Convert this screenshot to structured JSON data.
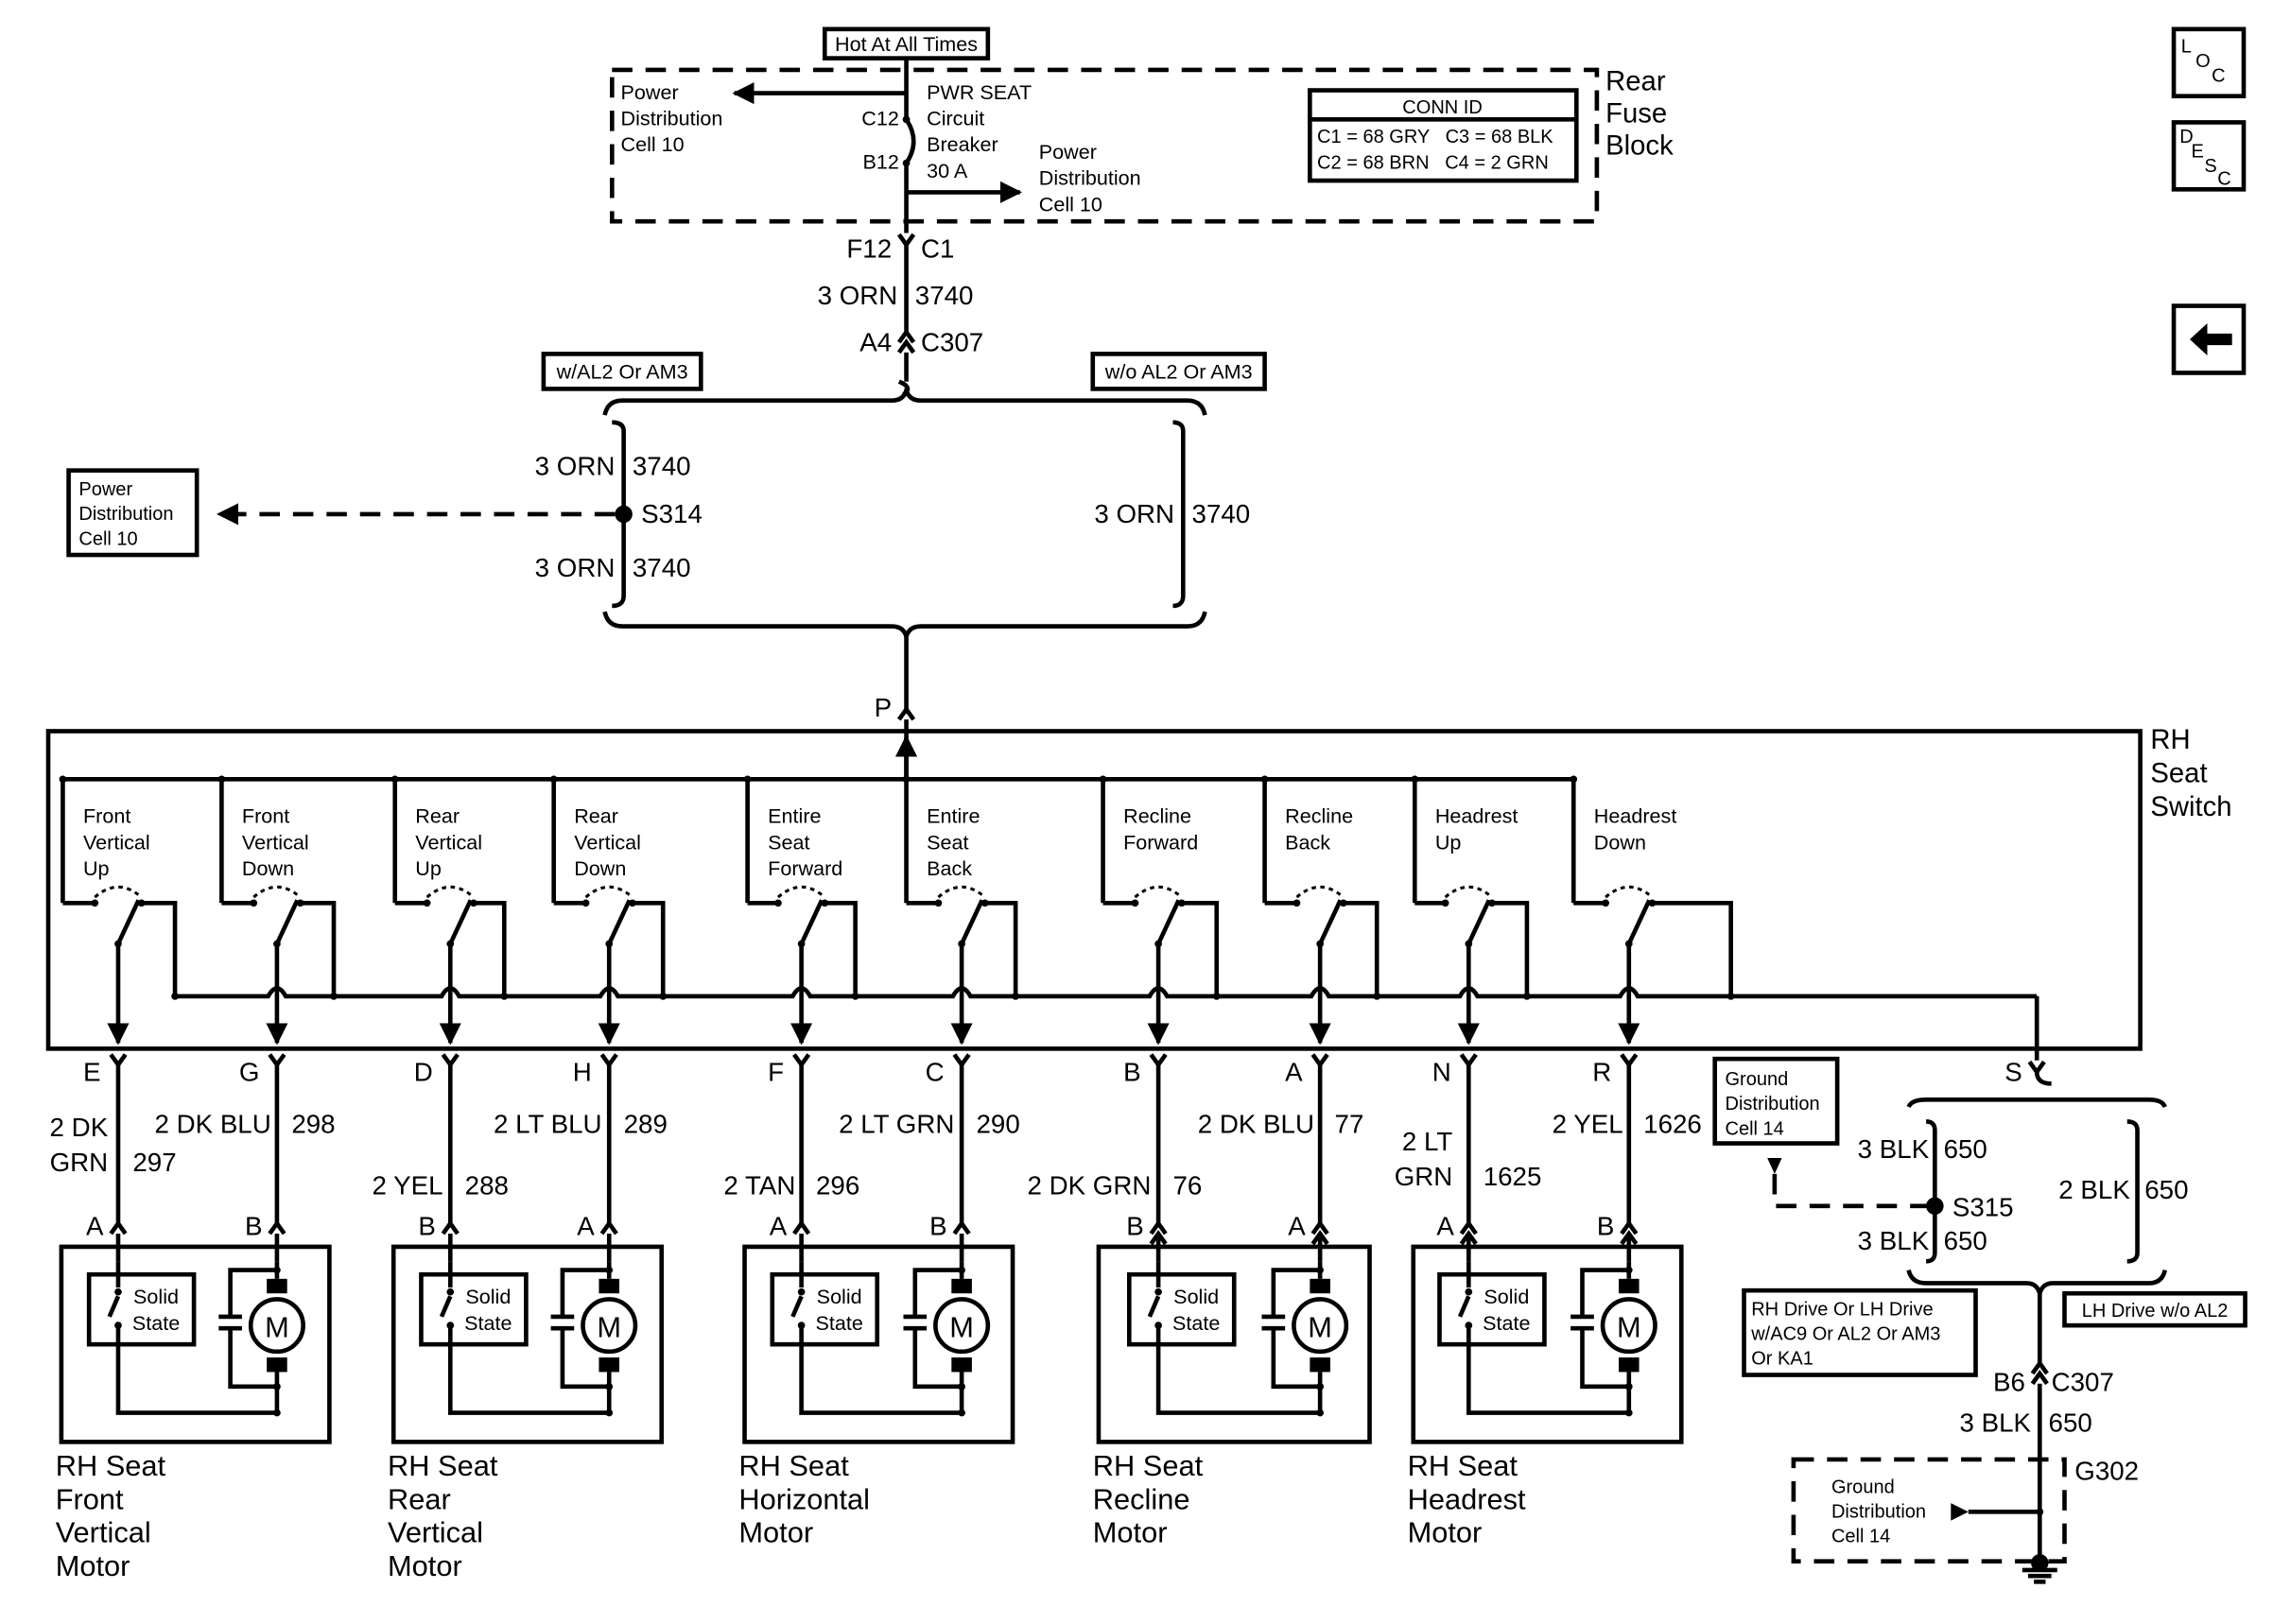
{
  "top": {
    "hot_label": "Hot At All Times",
    "fuse_block": [
      "Rear",
      "Fuse",
      "Block"
    ],
    "pd_left": [
      "Power",
      "Distribution",
      "Cell 10"
    ],
    "breaker": [
      "PWR SEAT",
      "Circuit",
      "Breaker",
      "30 A"
    ],
    "pin_c12": "C12",
    "pin_b12": "B12",
    "pd_right": [
      "Power",
      "Distribution",
      "Cell 10"
    ],
    "conn_title": "CONN ID",
    "conn_rows": [
      "C1 = 68 GRY   C3 = 68 BLK",
      "C2 = 68 BRN   C4 = 2 GRN"
    ],
    "f12": "F12",
    "c1": "C1",
    "wire_main": "3 ORN",
    "circ_main": "3740",
    "a4": "A4",
    "c307": "C307"
  },
  "options": {
    "with_label": "w/AL2 Or AM3",
    "without_label": "w/o AL2 Or AM3",
    "pd_box": [
      "Power",
      "Distribution",
      "Cell 10"
    ],
    "s314": "S314",
    "wire_upper": "3 ORN",
    "circ_upper": "3740",
    "wire_lower": "3 ORN",
    "circ_lower": "3740",
    "wire_right": "3 ORN",
    "circ_right": "3740"
  },
  "switch": {
    "label": [
      "RH",
      "Seat",
      "Switch"
    ],
    "pin_p": "P",
    "sections": [
      {
        "lines": [
          "Front",
          "Vertical",
          "Up"
        ],
        "pin": "E",
        "wire": [
          "2 DK",
          "GRN"
        ],
        "circuit": "297"
      },
      {
        "lines": [
          "Front",
          "Vertical",
          "Down"
        ],
        "pin": "G",
        "wire": [
          "2 DK BLU"
        ],
        "circuit": "298"
      },
      {
        "lines": [
          "Rear",
          "Vertical",
          "Up"
        ],
        "pin": "D",
        "wire": [
          "2 YEL"
        ],
        "circuit": "288"
      },
      {
        "lines": [
          "Rear",
          "Vertical",
          "Down"
        ],
        "pin": "H",
        "wire": [
          "2 LT BLU"
        ],
        "circuit": "289"
      },
      {
        "lines": [
          "Entire",
          "Seat",
          "Forward"
        ],
        "pin": "F",
        "wire": [
          "2 TAN"
        ],
        "circuit": "296"
      },
      {
        "lines": [
          "Entire",
          "Seat",
          "Back"
        ],
        "pin": "C",
        "wire": [
          "2 LT GRN"
        ],
        "circuit": "290"
      },
      {
        "lines": [
          "Recline",
          "Forward"
        ],
        "pin": "B",
        "wire": [
          "2 DK GRN"
        ],
        "circuit": "76"
      },
      {
        "lines": [
          "Recline",
          "Back"
        ],
        "pin": "A",
        "wire": [
          "2 DK BLU"
        ],
        "circuit": "77"
      },
      {
        "lines": [
          "Headrest",
          "Up"
        ],
        "pin": "N",
        "wire": [
          "2 LT",
          "GRN"
        ],
        "circuit": "1625"
      },
      {
        "lines": [
          "Headrest",
          "Down"
        ],
        "pin": "R",
        "wire": [
          "2 YEL"
        ],
        "circuit": "1626"
      }
    ],
    "pin_s": "S"
  },
  "motors": [
    {
      "name": [
        "RH Seat",
        "Front",
        "Vertical",
        "Motor"
      ],
      "pins": [
        "A",
        "B"
      ]
    },
    {
      "name": [
        "RH Seat",
        "Rear",
        "Vertical",
        "Motor"
      ],
      "pins": [
        "B",
        "A"
      ]
    },
    {
      "name": [
        "RH Seat",
        "Horizontal",
        "Motor"
      ],
      "pins": [
        "A",
        "B"
      ]
    },
    {
      "name": [
        "RH Seat",
        "Recline",
        "Motor"
      ],
      "pins": [
        "B",
        "A"
      ]
    },
    {
      "name": [
        "RH Seat",
        "Headrest",
        "Motor"
      ],
      "pins": [
        "A",
        "B"
      ]
    }
  ],
  "motor_parts": {
    "solid_state": [
      "Solid",
      "State"
    ],
    "motor_symbol": "M"
  },
  "ground": {
    "gd_box": [
      "Ground",
      "Distribution",
      "Cell 14"
    ],
    "s315": "S315",
    "wire_upper": "3 BLK",
    "circ_upper": "650",
    "wire_lower": "3 BLK",
    "circ_lower": "650",
    "wire_right": "2 BLK",
    "circ_right": "650",
    "opt_left": [
      "RH Drive Or LH Drive",
      "w/AC9 Or AL2 Or AM3",
      "Or KA1"
    ],
    "opt_right": "LH Drive w/o AL2",
    "b6": "B6",
    "c307": "C307",
    "wire_final": "3 BLK",
    "circ_final": "650",
    "g302": "G302",
    "gd_inner": [
      "Ground",
      "Distribution",
      "Cell 14"
    ]
  },
  "nav": {
    "loc_icon": "loc-icon",
    "desc_icon": "desc-icon",
    "back_icon": "back-arrow-icon"
  }
}
